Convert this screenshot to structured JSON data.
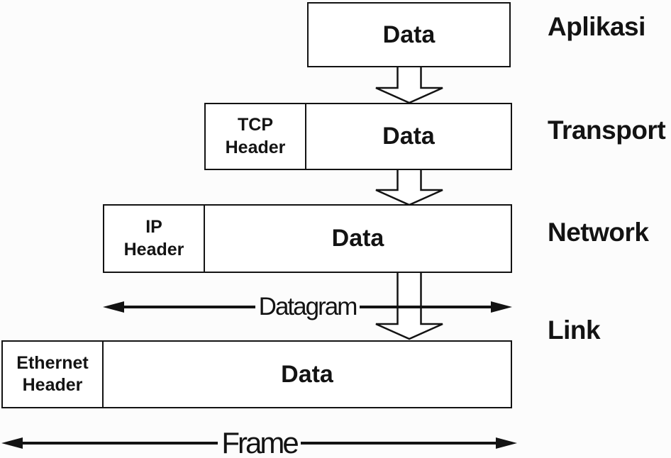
{
  "layers": [
    {
      "side_label": "Aplikasi",
      "data_label": "Data"
    },
    {
      "side_label": "Transport",
      "header_line1": "TCP",
      "header_line2": "Header",
      "data_label": "Data"
    },
    {
      "side_label": "Network",
      "header_line1": "IP",
      "header_line2": "Header",
      "data_label": "Data"
    },
    {
      "side_label": "Link",
      "header_line1": "Ethernet",
      "header_line2": "Header",
      "data_label": "Data"
    }
  ],
  "spans": {
    "datagram_label": "Datagram",
    "frame_label": "Frame"
  },
  "colors": {
    "ink": "#131313",
    "box_fill": "#ffffff",
    "background": "#fcfcfc"
  }
}
